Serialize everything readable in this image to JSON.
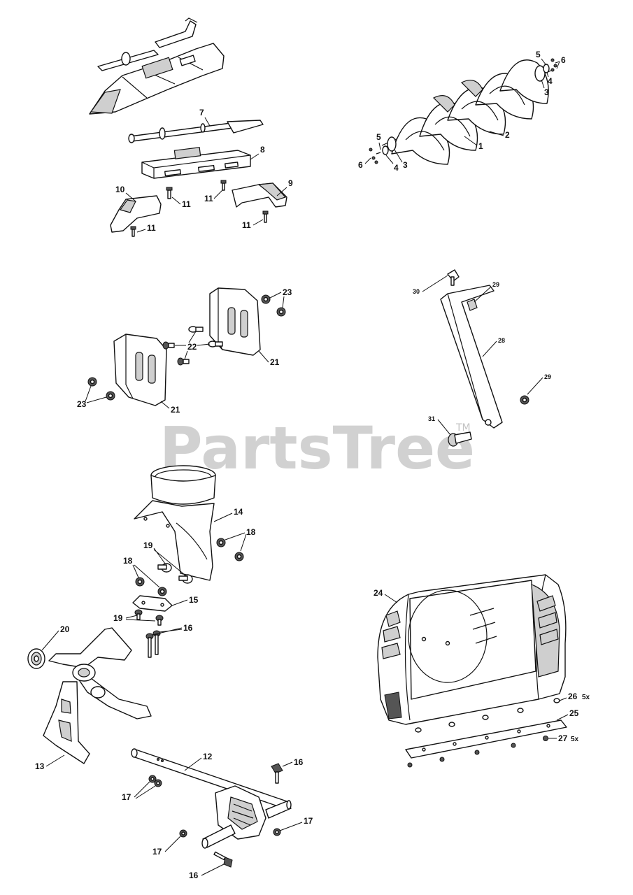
{
  "watermark": {
    "text": "PartsTree",
    "trademark": "TM"
  },
  "callouts": {
    "c1": "1",
    "c2": "2",
    "c3a": "3",
    "c3b": "3",
    "c4a": "4",
    "c4b": "4",
    "c5a": "5",
    "c5b": "5",
    "c6a": "6",
    "c6b": "6",
    "c7": "7",
    "c8": "8",
    "c9": "9",
    "c10": "10",
    "c11a": "11",
    "c11b": "11",
    "c11c": "11",
    "c11d": "11",
    "c12": "12",
    "c13": "13",
    "c14": "14",
    "c15": "15",
    "c16a": "16",
    "c16b": "16",
    "c16c": "16",
    "c17a": "17",
    "c17b": "17",
    "c17c": "17",
    "c18a": "18",
    "c18b": "18",
    "c19a": "19",
    "c19b": "19",
    "c20": "20",
    "c21a": "21",
    "c21b": "21",
    "c22": "22",
    "c23a": "23",
    "c23b": "23",
    "c24": "24",
    "c25": "25",
    "c26": "26",
    "c27": "27",
    "c28": "28",
    "c29a": "29",
    "c29b": "29",
    "c30": "30",
    "c31": "31"
  },
  "quantities": {
    "q26": "5x",
    "q27": "5x"
  }
}
